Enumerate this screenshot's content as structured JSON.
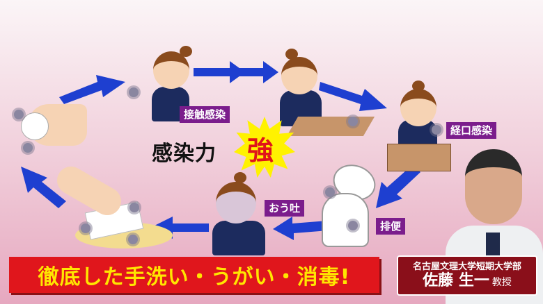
{
  "diagram": {
    "steps": [
      {
        "label": "接触感染"
      },
      {
        "label": "経口感染"
      },
      {
        "label": "排便"
      },
      {
        "label": "おう吐"
      }
    ],
    "headline": "感染力",
    "headline_emphasis": "強"
  },
  "banner": {
    "text": "徹底した手洗い・うがい・消毒!"
  },
  "speaker": {
    "affiliation": "名古屋文理大学短期大学部",
    "name": "佐藤 生一",
    "title": "教授"
  },
  "colors": {
    "arrow": "#1e3fd0",
    "label_bg": "#7b1d8c",
    "banner_bg": "#e0161c",
    "banner_text": "#ffe600",
    "namecard_bg": "#8a0f1a"
  }
}
